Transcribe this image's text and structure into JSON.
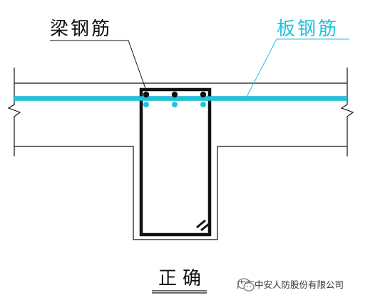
{
  "labels": {
    "beam_steel": "梁钢筋",
    "slab_steel": "板钢筋",
    "caption": "正确"
  },
  "watermark": {
    "text": "广东中安人防股份有限公司",
    "icon": "wechat-icon"
  },
  "colors": {
    "line": "#111111",
    "slab_rebar": "#1fc3dc",
    "background": "#ffffff"
  }
}
